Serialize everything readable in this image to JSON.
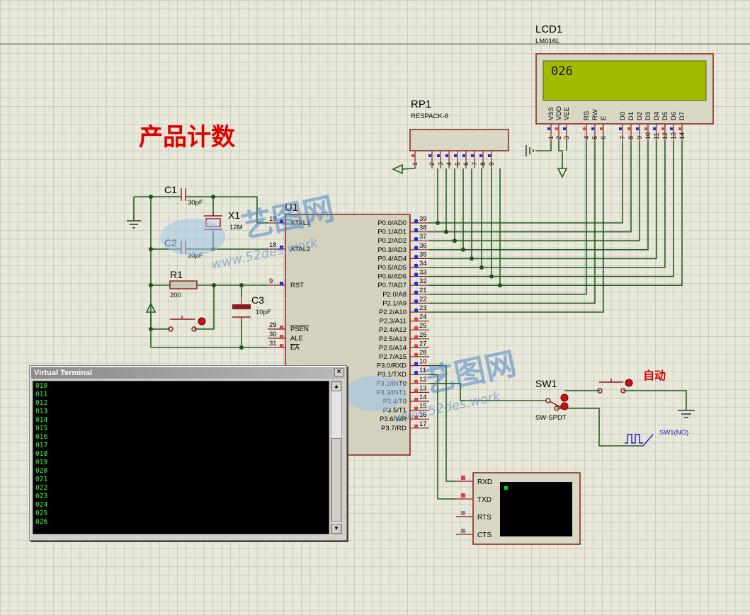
{
  "title": "产品计数",
  "mode_label": "自动",
  "lcd": {
    "ref": "LCD1",
    "part": "LM016L",
    "display": "026",
    "pin_names": [
      "VSS",
      "VDD",
      "VEE",
      "RS",
      "RW",
      "E",
      "D0",
      "D1",
      "D2",
      "D3",
      "D4",
      "D5",
      "D6",
      "D7"
    ],
    "pin_numbers": [
      "1",
      "2",
      "3",
      "4",
      "5",
      "6",
      "7",
      "8",
      "9",
      "10",
      "11",
      "12",
      "13",
      "14"
    ]
  },
  "rp1": {
    "ref": "RP1",
    "part": "RESPACK-8",
    "pin_numbers": [
      "1",
      "2",
      "3",
      "4",
      "5",
      "6",
      "7",
      "8",
      "9"
    ]
  },
  "u1": {
    "ref": "U1",
    "left_pins": [
      {
        "name": "XTAL1",
        "num": "19"
      },
      {
        "name": "XTAL2",
        "num": "18"
      },
      {
        "name": "RST",
        "num": "9"
      },
      {
        "name": "PSEN",
        "num": "29"
      },
      {
        "name": "ALE",
        "num": "30"
      },
      {
        "name": "EA",
        "num": "31"
      }
    ],
    "right_pins": [
      {
        "name": "P0.0/AD0",
        "num": "39"
      },
      {
        "name": "P0.1/AD1",
        "num": "38"
      },
      {
        "name": "P0.2/AD2",
        "num": "37"
      },
      {
        "name": "P0.3/AD3",
        "num": "36"
      },
      {
        "name": "P0.4/AD4",
        "num": "35"
      },
      {
        "name": "P0.5/AD5",
        "num": "34"
      },
      {
        "name": "P0.6/AD6",
        "num": "33"
      },
      {
        "name": "P0.7/AD7",
        "num": "32"
      },
      {
        "name": "P2.0/A8",
        "num": "21"
      },
      {
        "name": "P2.1/A9",
        "num": "22"
      },
      {
        "name": "P2.2/A10",
        "num": "23"
      },
      {
        "name": "P2.3/A11",
        "num": "24"
      },
      {
        "name": "P2.4/A12",
        "num": "25"
      },
      {
        "name": "P2.5/A13",
        "num": "26"
      },
      {
        "name": "P2.6/A14",
        "num": "27"
      },
      {
        "name": "P2.7/A15",
        "num": "28"
      },
      {
        "name": "P3.0/RXD",
        "num": "10"
      },
      {
        "name": "P3.1/TXD",
        "num": "11"
      },
      {
        "name": "P3.2/INT0",
        "num": "12"
      },
      {
        "name": "P3.3/INT1",
        "num": "13"
      },
      {
        "name": "P3.4/T0",
        "num": "14"
      },
      {
        "name": "P3.5/T1",
        "num": "15"
      },
      {
        "name": "P3.6/WR",
        "num": "16"
      },
      {
        "name": "P3.7/RD",
        "num": "17"
      }
    ]
  },
  "c1": {
    "ref": "C1",
    "value": "30pF"
  },
  "c2": {
    "ref": "C2",
    "value": "30pF"
  },
  "x1": {
    "ref": "X1",
    "value": "12M"
  },
  "r1": {
    "ref": "R1",
    "value": "200"
  },
  "c3": {
    "ref": "C3",
    "value": "10pF"
  },
  "sw1": {
    "ref": "SW1",
    "part": "SW-SPDT"
  },
  "generator": {
    "label": "SW1(NO)"
  },
  "terminal_symbol": {
    "pins": [
      "RXD",
      "TXD",
      "RTS",
      "CTS"
    ]
  },
  "watermark": {
    "text": "艺图网",
    "url": "www.52des.work"
  },
  "virtual_terminal": {
    "title": "Virtual Terminal",
    "close": "×",
    "lines": [
      "010",
      "011",
      "012",
      "013",
      "014",
      "015",
      "016",
      "017",
      "018",
      "019",
      "020",
      "021",
      "022",
      "023",
      "024",
      "025",
      "026"
    ],
    "scroll_up": "▲",
    "scroll_down": "▼"
  }
}
